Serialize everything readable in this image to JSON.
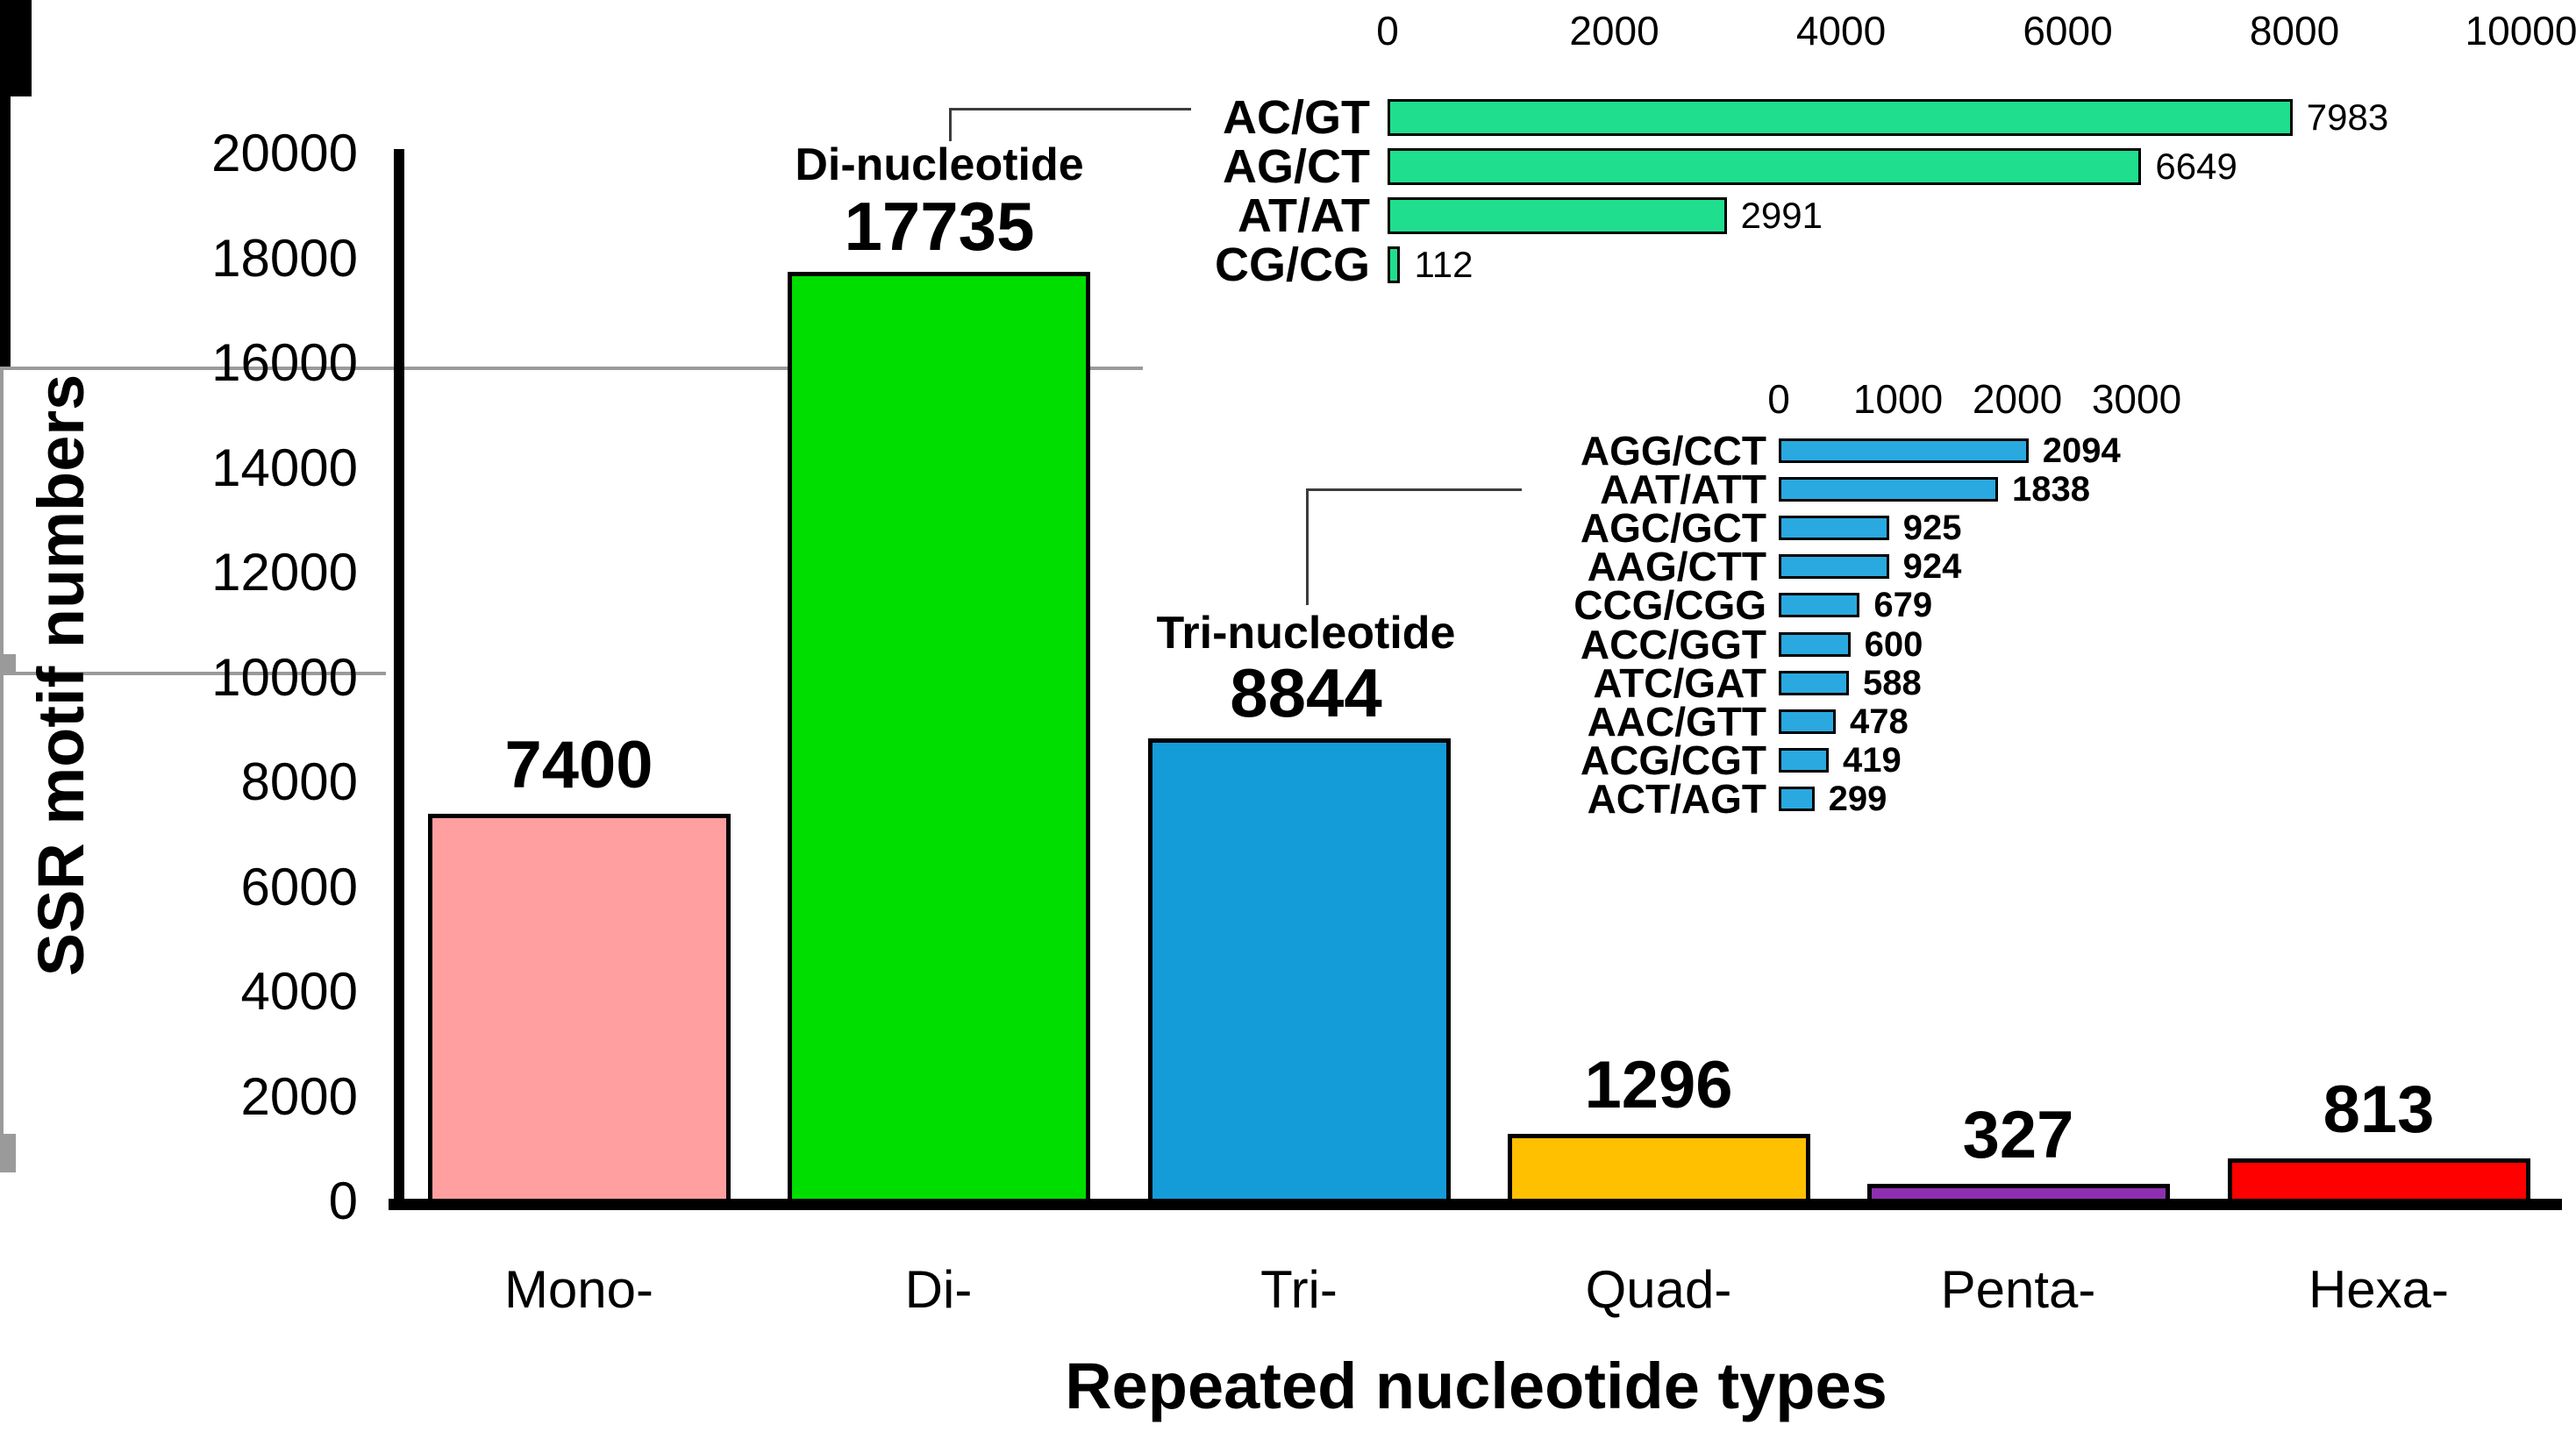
{
  "chart_data": [
    {
      "id": "main",
      "type": "bar",
      "title": "",
      "xlabel": "Repeated nucleotide types",
      "ylabel": "SSR motif numbers",
      "categories": [
        "Mono-",
        "Di-",
        "Tri-",
        "Quad-",
        "Penta-",
        "Hexa-"
      ],
      "values": [
        7400,
        17735,
        8844,
        1296,
        327,
        813
      ],
      "value_labels": [
        "7400",
        "",
        "",
        "1296",
        "327",
        "813"
      ],
      "bar_colors": [
        "#FF9FA0",
        "#00DE00",
        "#149CD9",
        "#FFC000",
        "#8E2FB0",
        "#FE0000"
      ],
      "ylim": [
        0,
        20000
      ],
      "yticks": [
        0,
        2000,
        4000,
        6000,
        8000,
        10000,
        12000,
        14000,
        16000,
        18000,
        20000
      ],
      "ytick_labels": [
        "0",
        "2000",
        "4000",
        "6000",
        "8000",
        "10000",
        "12000",
        "14000",
        "16000",
        "18000",
        "20000"
      ],
      "grid": false,
      "legend": "none",
      "callouts": [
        {
          "label": "Di-nucleotide",
          "value": "17735",
          "category": "Di-"
        },
        {
          "label": "Tri-nucleotide",
          "value": "8844",
          "category": "Tri-"
        }
      ]
    },
    {
      "id": "di_nucleotide_inset",
      "type": "bar",
      "orientation": "horizontal",
      "categories": [
        "AC/GT",
        "AG/CT",
        "AT/AT",
        "CG/CG"
      ],
      "values": [
        7983,
        6649,
        2991,
        112
      ],
      "value_labels": [
        "7983",
        "6649",
        "2991",
        "112"
      ],
      "xlim": [
        0,
        10000
      ],
      "xticks": [
        0,
        2000,
        4000,
        6000,
        8000,
        10000
      ],
      "xtick_labels": [
        "0",
        "2000",
        "4000",
        "6000",
        "8000",
        "10000"
      ],
      "bar_color": "#1FDE8D",
      "grid": false,
      "legend": "none"
    },
    {
      "id": "tri_nucleotide_inset",
      "type": "bar",
      "orientation": "horizontal",
      "categories": [
        "AGG/CCT",
        "AAT/ATT",
        "AGC/GCT",
        "AAG/CTT",
        "CCG/CGG",
        "ACC/GGT",
        "ATC/GAT",
        "AAC/GTT",
        "ACG/CGT",
        "ACT/AGT"
      ],
      "values": [
        2094,
        1838,
        925,
        924,
        679,
        600,
        588,
        478,
        419,
        299
      ],
      "value_labels": [
        "2094",
        "1838",
        "925",
        "924",
        "679",
        "600",
        "588",
        "478",
        "419",
        "299"
      ],
      "xlim": [
        0,
        3000
      ],
      "xticks": [
        0,
        1000,
        2000,
        3000
      ],
      "xtick_labels": [
        "0",
        "1000",
        "2000",
        "3000"
      ],
      "bar_color": "#29A9E0",
      "grid": false,
      "legend": "none"
    }
  ],
  "colors": {
    "axis": "#000000",
    "inset_axis": "#9A9A9A",
    "connector": "#3C3C3C",
    "background": "#FFFFFF"
  }
}
